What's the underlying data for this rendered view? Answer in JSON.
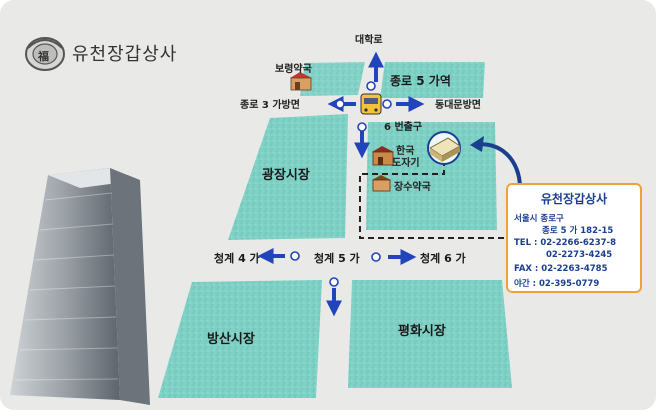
{
  "brand": {
    "name": "유천장갑상사",
    "seal_text": "福"
  },
  "blocks": {
    "jongno5": "종로 5 가역",
    "gwangjang": "광장시장",
    "bangsan": "방산시장",
    "pyeonghwa": "평화시장"
  },
  "places": {
    "university": "대학로",
    "boryeong": "보령약국",
    "jongno3": "종로 3 가방면",
    "dongdaemun": "동대문방면",
    "exit6": "6 번출구",
    "hanguk_line1": "한국",
    "hanguk_line2": "도자기",
    "jangsu": "장수약국"
  },
  "streets": {
    "cheonggye4": "청계 4 가",
    "cheonggye5": "청계 5 가",
    "cheonggye6": "청계 6 가"
  },
  "info": {
    "title": "유천장갑상사",
    "address_line1": "서울시 종로구",
    "address_line2": "종로 5 가 182-15",
    "tel1": "TEL : 02-2266-6237-8",
    "tel2": "02-2273-4245",
    "fax": "FAX : 02-2263-4785",
    "night": "야간 : 02-395-0779"
  },
  "colors": {
    "block": "#7fd1c6",
    "arrow": "#2244bb",
    "callout": "#1a3f8f",
    "info_border": "#f0a23a"
  },
  "icons": [
    "building-icon",
    "subway-train-icon",
    "pharmacy-icon",
    "shop-icon",
    "store-target-icon",
    "seal-logo-icon"
  ]
}
